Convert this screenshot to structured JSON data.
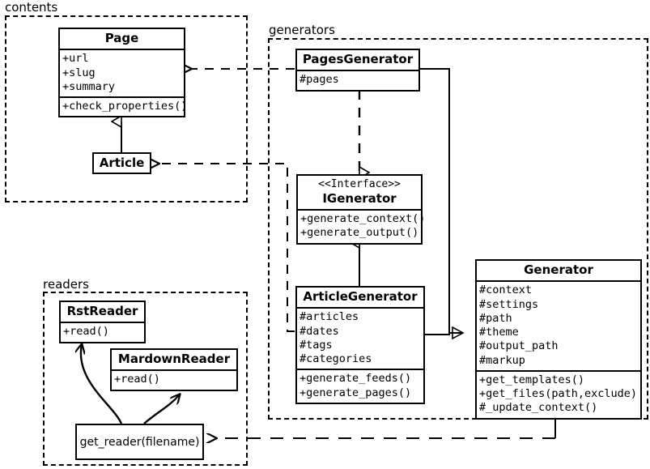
{
  "diagram": {
    "title": "UML class diagram",
    "stroke_color": "#000000",
    "fill_color": "#ffffff"
  },
  "packages": [
    {
      "name": "contents-package",
      "label": "contents"
    },
    {
      "name": "generators-package",
      "label": "generators"
    },
    {
      "name": "readers-package",
      "label": "readers"
    }
  ],
  "classes": {
    "page": {
      "title": "Page",
      "attributes": [
        "+url",
        "+slug",
        "+summary"
      ],
      "methods": [
        "+check_properties()"
      ]
    },
    "article": {
      "title": "Article",
      "attributes": [],
      "methods": []
    },
    "pages_generator": {
      "title": "PagesGenerator",
      "attributes": [
        "#pages"
      ],
      "methods": []
    },
    "igenerator": {
      "stereotype": "<<Interface>>",
      "title": "IGenerator",
      "attributes": [],
      "methods": [
        "+generate_context()",
        "+generate_output()"
      ]
    },
    "article_generator": {
      "title": "ArticleGenerator",
      "attributes": [
        "#articles",
        "#dates",
        "#tags",
        "#categories"
      ],
      "methods": [
        "+generate_feeds()",
        "+generate_pages()"
      ]
    },
    "generator": {
      "title": "Generator",
      "attributes": [
        "#context",
        "#settings",
        "#path",
        "#theme",
        "#output_path",
        "#markup"
      ],
      "methods": [
        "+get_templates()",
        "+get_files(path,exclude)",
        "#_update_context()"
      ]
    },
    "rst_reader": {
      "title": "RstReader",
      "attributes": [],
      "methods": [
        "+read()"
      ]
    },
    "mardown_reader": {
      "title": "MardownReader",
      "attributes": [],
      "methods": [
        "+read()"
      ]
    },
    "get_reader": {
      "title": "get_reader(filename)"
    }
  },
  "relationships": [
    {
      "name": "pagesgenerator-depends-page",
      "from": "PagesGenerator",
      "to": "Page",
      "type": "dependency"
    },
    {
      "name": "articlegenerator-depends-article",
      "from": "ArticleGenerator",
      "to": "Article",
      "type": "dependency"
    },
    {
      "name": "article-inherits-page",
      "from": "Article",
      "to": "Page",
      "type": "generalization"
    },
    {
      "name": "pagesgenerator-realizes-igenerator",
      "from": "PagesGenerator",
      "to": "IGenerator",
      "type": "realization"
    },
    {
      "name": "articlegenerator-inherits-igenerator",
      "from": "ArticleGenerator",
      "to": "IGenerator",
      "type": "generalization"
    },
    {
      "name": "pagesgenerator-inherits-generator",
      "from": "PagesGenerator",
      "to": "Generator",
      "type": "generalization"
    },
    {
      "name": "articlegenerator-inherits-generator",
      "from": "ArticleGenerator",
      "to": "Generator",
      "type": "generalization"
    },
    {
      "name": "generator-depends-getreader",
      "from": "Generator",
      "to": "get_reader(filename)",
      "type": "dependency"
    },
    {
      "name": "getreader-creates-rstreader",
      "from": "get_reader(filename)",
      "to": "RstReader",
      "type": "creates"
    },
    {
      "name": "getreader-creates-mardownreader",
      "from": "get_reader(filename)",
      "to": "MardownReader",
      "type": "creates"
    }
  ]
}
